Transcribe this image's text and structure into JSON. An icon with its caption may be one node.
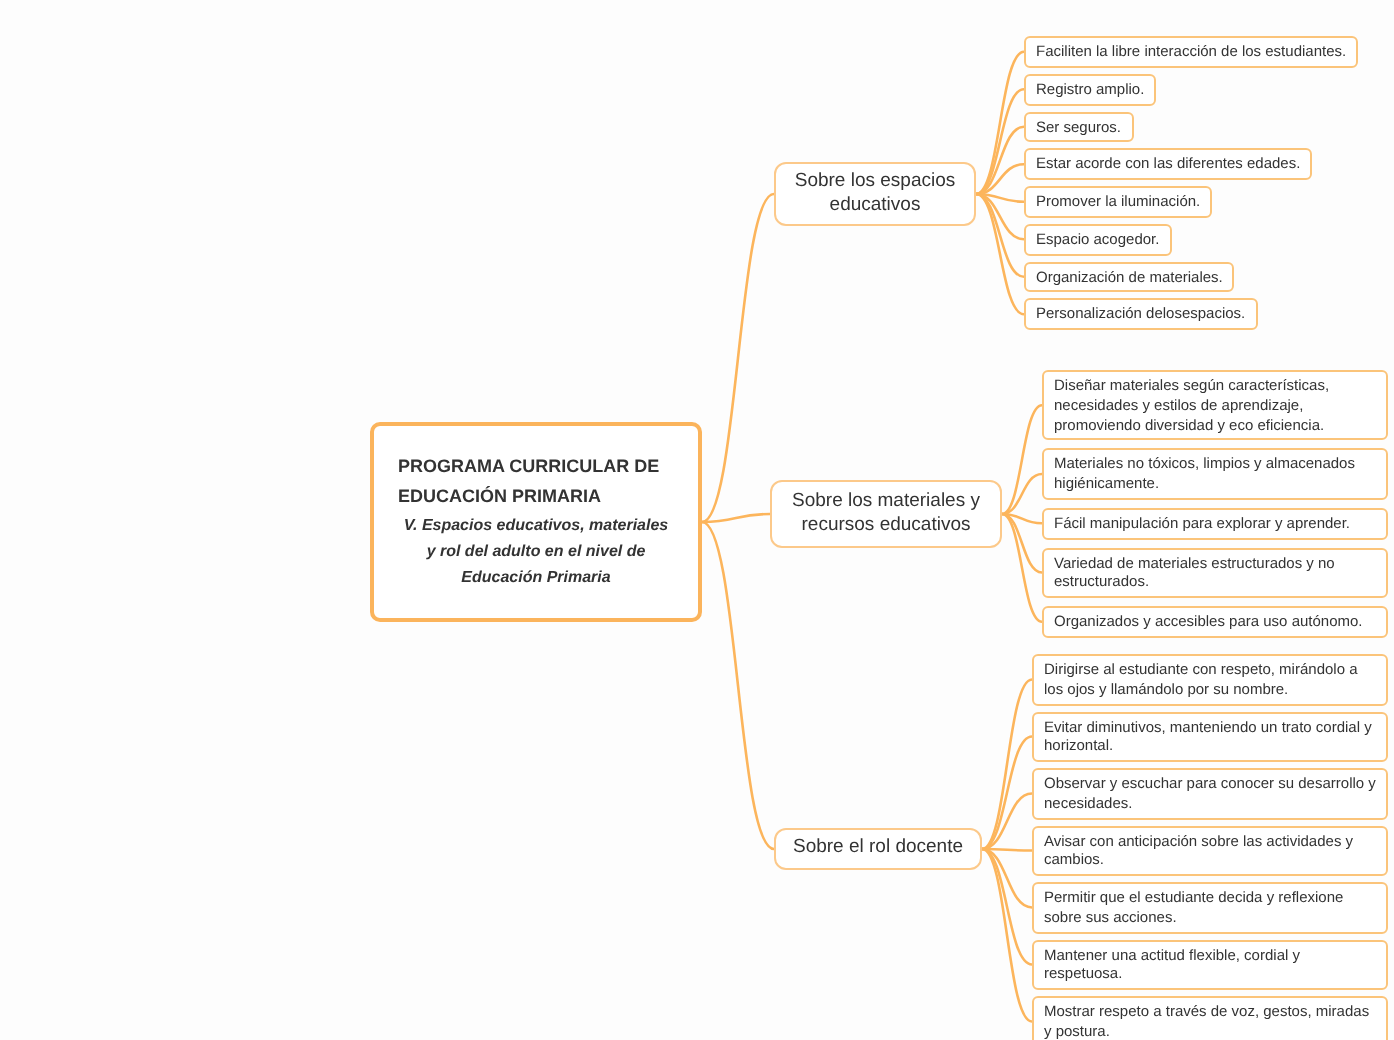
{
  "diagram": {
    "nodes": [
      {
        "text": [
          "PROGRAMA CURRICULAR DE EDUCACIÓN PRIMARIA",
          "V. Espacios educativos, materiales y rol del adulto en el nivel de Educación Primaria"
        ]
      },
      {
        "text": [
          "Sobre los espacios educativos"
        ]
      },
      {
        "text": [
          "Faciliten la libre interacción de los estudiantes."
        ]
      },
      {
        "text": [
          "Registro amplio."
        ]
      },
      {
        "text": [
          "Ser seguros."
        ]
      },
      {
        "text": [
          "Estar acorde con las diferentes edades."
        ]
      },
      {
        "text": [
          "Promover la iluminación."
        ]
      },
      {
        "text": [
          "Espacio acogedor."
        ]
      },
      {
        "text": [
          "Organización de materiales."
        ]
      },
      {
        "text": [
          "Personalización delosespacios."
        ]
      },
      {
        "text": [
          "Sobre los materiales y recursos educativos"
        ]
      },
      {
        "text": [
          "Diseñar materiales según características, necesidades y estilos de aprendizaje, promoviendo diversidad y eco eficiencia."
        ]
      },
      {
        "text": [
          "Materiales no tóxicos, limpios y almacenados higiénicamente."
        ]
      },
      {
        "text": [
          "Fácil manipulación para explorar y aprender."
        ]
      },
      {
        "text": [
          "Variedad de materiales estructurados y no estructurados."
        ]
      },
      {
        "text": [
          "Organizados y accesibles para uso autónomo."
        ]
      },
      {
        "text": [
          "Sobre el rol docente"
        ]
      },
      {
        "text": [
          "Dirigirse al estudiante con respeto, mirándolo a los ojos y llamándolo por su nombre."
        ]
      },
      {
        "text": [
          "Evitar diminutivos, manteniendo un trato cordial y horizontal."
        ]
      },
      {
        "text": [
          "Observar y escuchar para conocer su desarrollo y necesidades."
        ]
      },
      {
        "text": [
          "Avisar con anticipación sobre las actividades y cambios."
        ]
      },
      {
        "text": [
          "Permitir que el estudiante decida y reflexione sobre sus acciones."
        ]
      },
      {
        "text": [
          "Mantener una actitud flexible, cordial y respetuosa."
        ]
      },
      {
        "text": [
          "Mostrar respeto a través de voz, gestos, miradas y postura."
        ]
      }
    ],
    "edges": [
      {
        "from": 0,
        "to": 1,
        "arrow": "none"
      },
      {
        "from": 0,
        "to": 10,
        "arrow": "none"
      },
      {
        "from": 0,
        "to": 16,
        "arrow": "none"
      },
      {
        "from": 1,
        "to": 2,
        "arrow": "none"
      },
      {
        "from": 1,
        "to": 3,
        "arrow": "none"
      },
      {
        "from": 1,
        "to": 4,
        "arrow": "none"
      },
      {
        "from": 1,
        "to": 5,
        "arrow": "none"
      },
      {
        "from": 1,
        "to": 6,
        "arrow": "none"
      },
      {
        "from": 1,
        "to": 7,
        "arrow": "none"
      },
      {
        "from": 1,
        "to": 8,
        "arrow": "none"
      },
      {
        "from": 1,
        "to": 9,
        "arrow": "none"
      },
      {
        "from": 10,
        "to": 11,
        "arrow": "none"
      },
      {
        "from": 10,
        "to": 12,
        "arrow": "none"
      },
      {
        "from": 10,
        "to": 13,
        "arrow": "none"
      },
      {
        "from": 10,
        "to": 14,
        "arrow": "none"
      },
      {
        "from": 10,
        "to": 15,
        "arrow": "none"
      },
      {
        "from": 16,
        "to": 17,
        "arrow": "none"
      },
      {
        "from": 16,
        "to": 18,
        "arrow": "none"
      },
      {
        "from": 16,
        "to": 19,
        "arrow": "none"
      },
      {
        "from": 16,
        "to": 20,
        "arrow": "none"
      },
      {
        "from": 16,
        "to": 21,
        "arrow": "none"
      },
      {
        "from": 16,
        "to": 22,
        "arrow": "none"
      },
      {
        "from": 16,
        "to": 23,
        "arrow": "none"
      }
    ]
  }
}
